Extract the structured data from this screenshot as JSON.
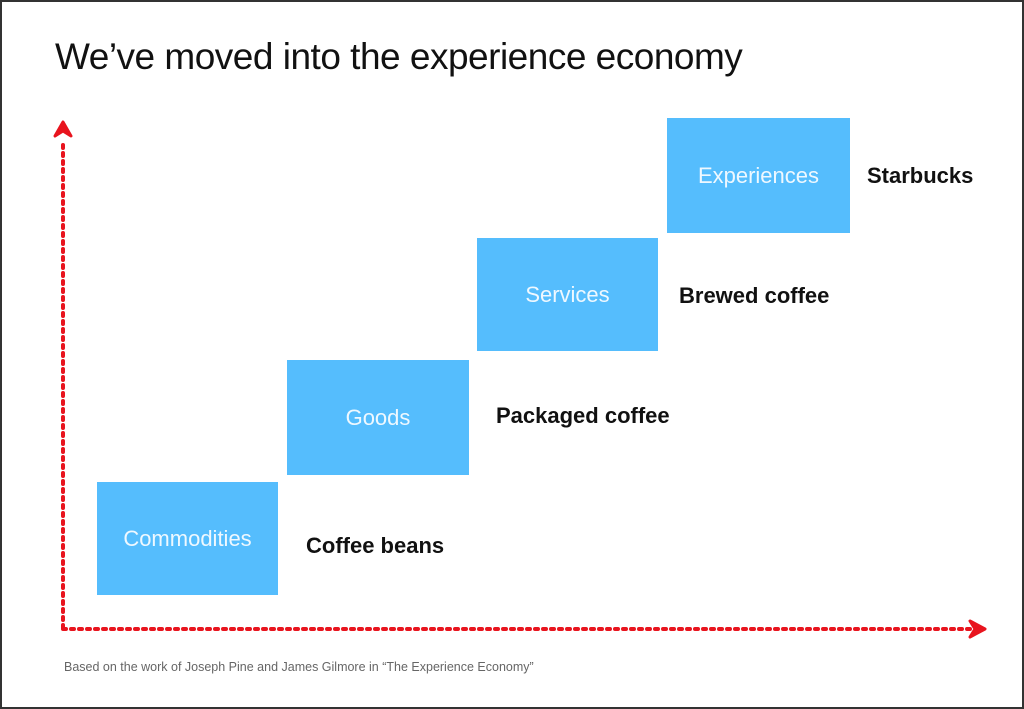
{
  "title": "We’ve moved into the experience economy",
  "stages": [
    {
      "label": "Commodities",
      "example": "Coffee beans"
    },
    {
      "label": "Goods",
      "example": "Packaged coffee"
    },
    {
      "label": "Services",
      "example": "Brewed coffee"
    },
    {
      "label": "Experiences",
      "example": "Starbucks"
    }
  ],
  "caption": "Based on the work of Joseph Pine and James Gilmore in “The Experience Economy”",
  "colors": {
    "box": "#55bdfd",
    "axis": "#e8141e",
    "title": "#111111"
  }
}
